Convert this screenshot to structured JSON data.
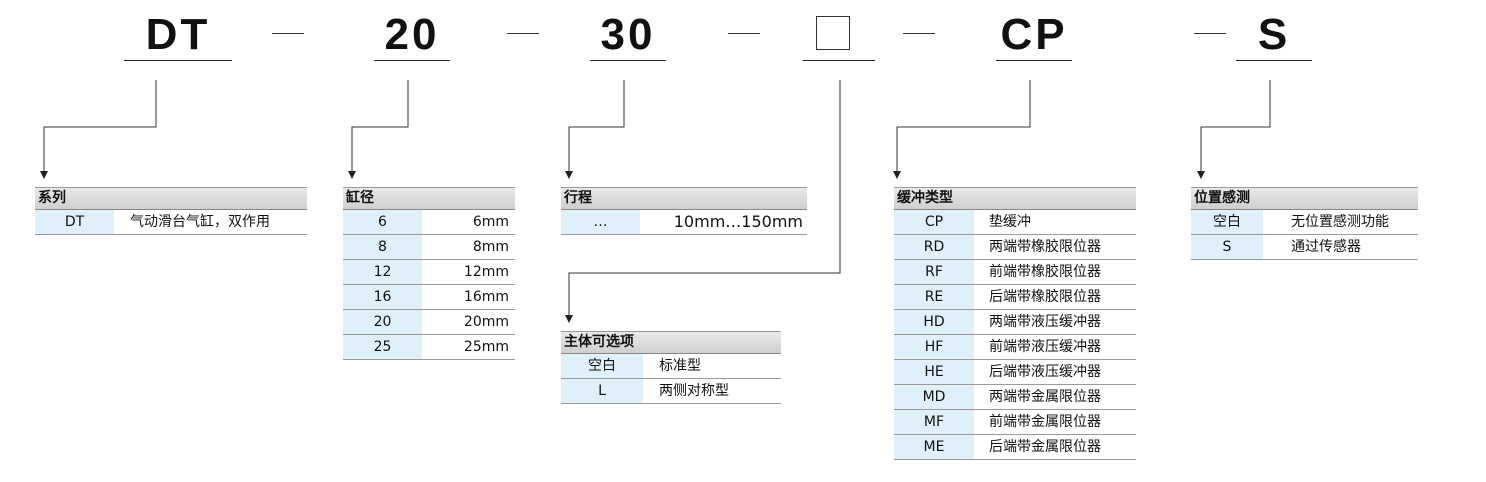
{
  "codes": {
    "series": "DT",
    "bore": "20",
    "stroke": "30",
    "cushion": "CP",
    "sensor": "S"
  },
  "tables": {
    "series": {
      "header": "系列",
      "rows": [
        {
          "k": "DT",
          "v": "气动滑台气缸，双作用"
        }
      ]
    },
    "bore": {
      "header": "缸径",
      "rows": [
        {
          "k": "6",
          "v": "6mm"
        },
        {
          "k": "8",
          "v": "8mm"
        },
        {
          "k": "12",
          "v": "12mm"
        },
        {
          "k": "16",
          "v": "16mm"
        },
        {
          "k": "20",
          "v": "20mm"
        },
        {
          "k": "25",
          "v": "25mm"
        }
      ]
    },
    "stroke": {
      "header": "行程",
      "rows": [
        {
          "k": "…",
          "v": "10mm…150mm"
        }
      ]
    },
    "body_option": {
      "header": "主体可选项",
      "rows": [
        {
          "k": "空白",
          "v": "标准型"
        },
        {
          "k": "L",
          "v": "两侧对称型"
        }
      ]
    },
    "cushion": {
      "header": "缓冲类型",
      "rows": [
        {
          "k": "CP",
          "v": "垫缓冲"
        },
        {
          "k": "RD",
          "v": "两端带橡胶限位器"
        },
        {
          "k": "RF",
          "v": "前端带橡胶限位器"
        },
        {
          "k": "RE",
          "v": "后端带橡胶限位器"
        },
        {
          "k": "HD",
          "v": "两端带液压缓冲器"
        },
        {
          "k": "HF",
          "v": "前端带液压缓冲器"
        },
        {
          "k": "HE",
          "v": "后端带液压缓冲器"
        },
        {
          "k": "MD",
          "v": "两端带金属限位器"
        },
        {
          "k": "MF",
          "v": "前端带金属限位器"
        },
        {
          "k": "ME",
          "v": "后端带金属限位器"
        }
      ]
    },
    "sensor": {
      "header": "位置感测",
      "rows": [
        {
          "k": "空白",
          "v": "无位置感测功能"
        },
        {
          "k": "S",
          "v": "通过传感器"
        }
      ]
    }
  }
}
